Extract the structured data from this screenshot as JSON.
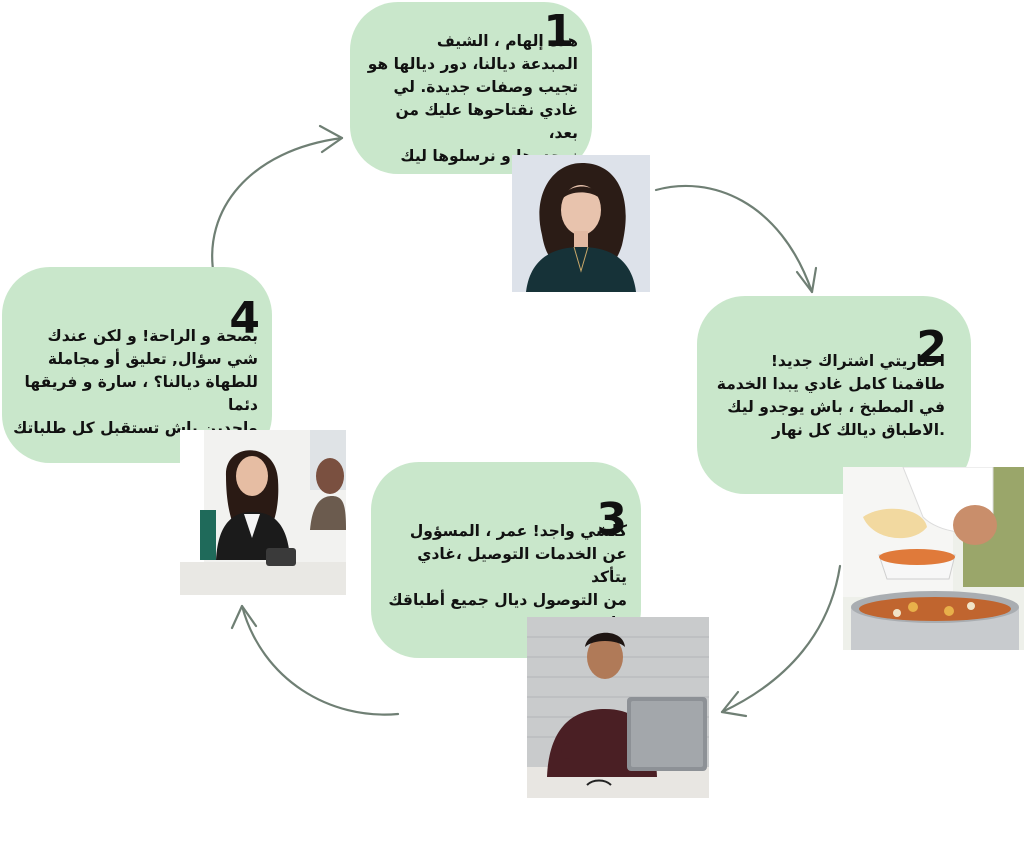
{
  "steps": [
    {
      "number": "1",
      "text": "هذه إلهام ، الشيف\nالمبدعة ديالنا، دور ديالها هو\nتجيب وصفات جديدة. لي\nغادي نقتاحوها عليك من بعد،\nنوجدوها و نرسلوها ليك"
    },
    {
      "number": "2",
      "text": "اختاريتي اشتراك جديد!\nطاقمنا كامل غادي يبدا الخدمة\nفي المطبخ ، باش يوجدو ليك\n.الاطباق ديالك كل نهار"
    },
    {
      "number": "3",
      "text": "كلشي واجد! عمر ، المسؤول\nعن الخدمات التوصيل ،غادي يتأكد\nمن التوصول ديال جميع أطباقك\nفابور."
    },
    {
      "number": "4",
      "text": "بصحة و الراحة! و لكن عندك\nشي سؤال, تعليق أو مجاملة\nللطهاة ديالنا؟ ، سارة و فريقها دئما\nواجدين باش تستقبل كل طلباتك"
    }
  ],
  "colors": {
    "bubble": "#c9e7cb",
    "arrow": "#6f7f74",
    "text": "#111111"
  },
  "icons": [
    "chef-portrait-photo",
    "cooking-pot-photo",
    "delivery-man-photo",
    "support-team-photo",
    "curved-arrow-icon"
  ]
}
